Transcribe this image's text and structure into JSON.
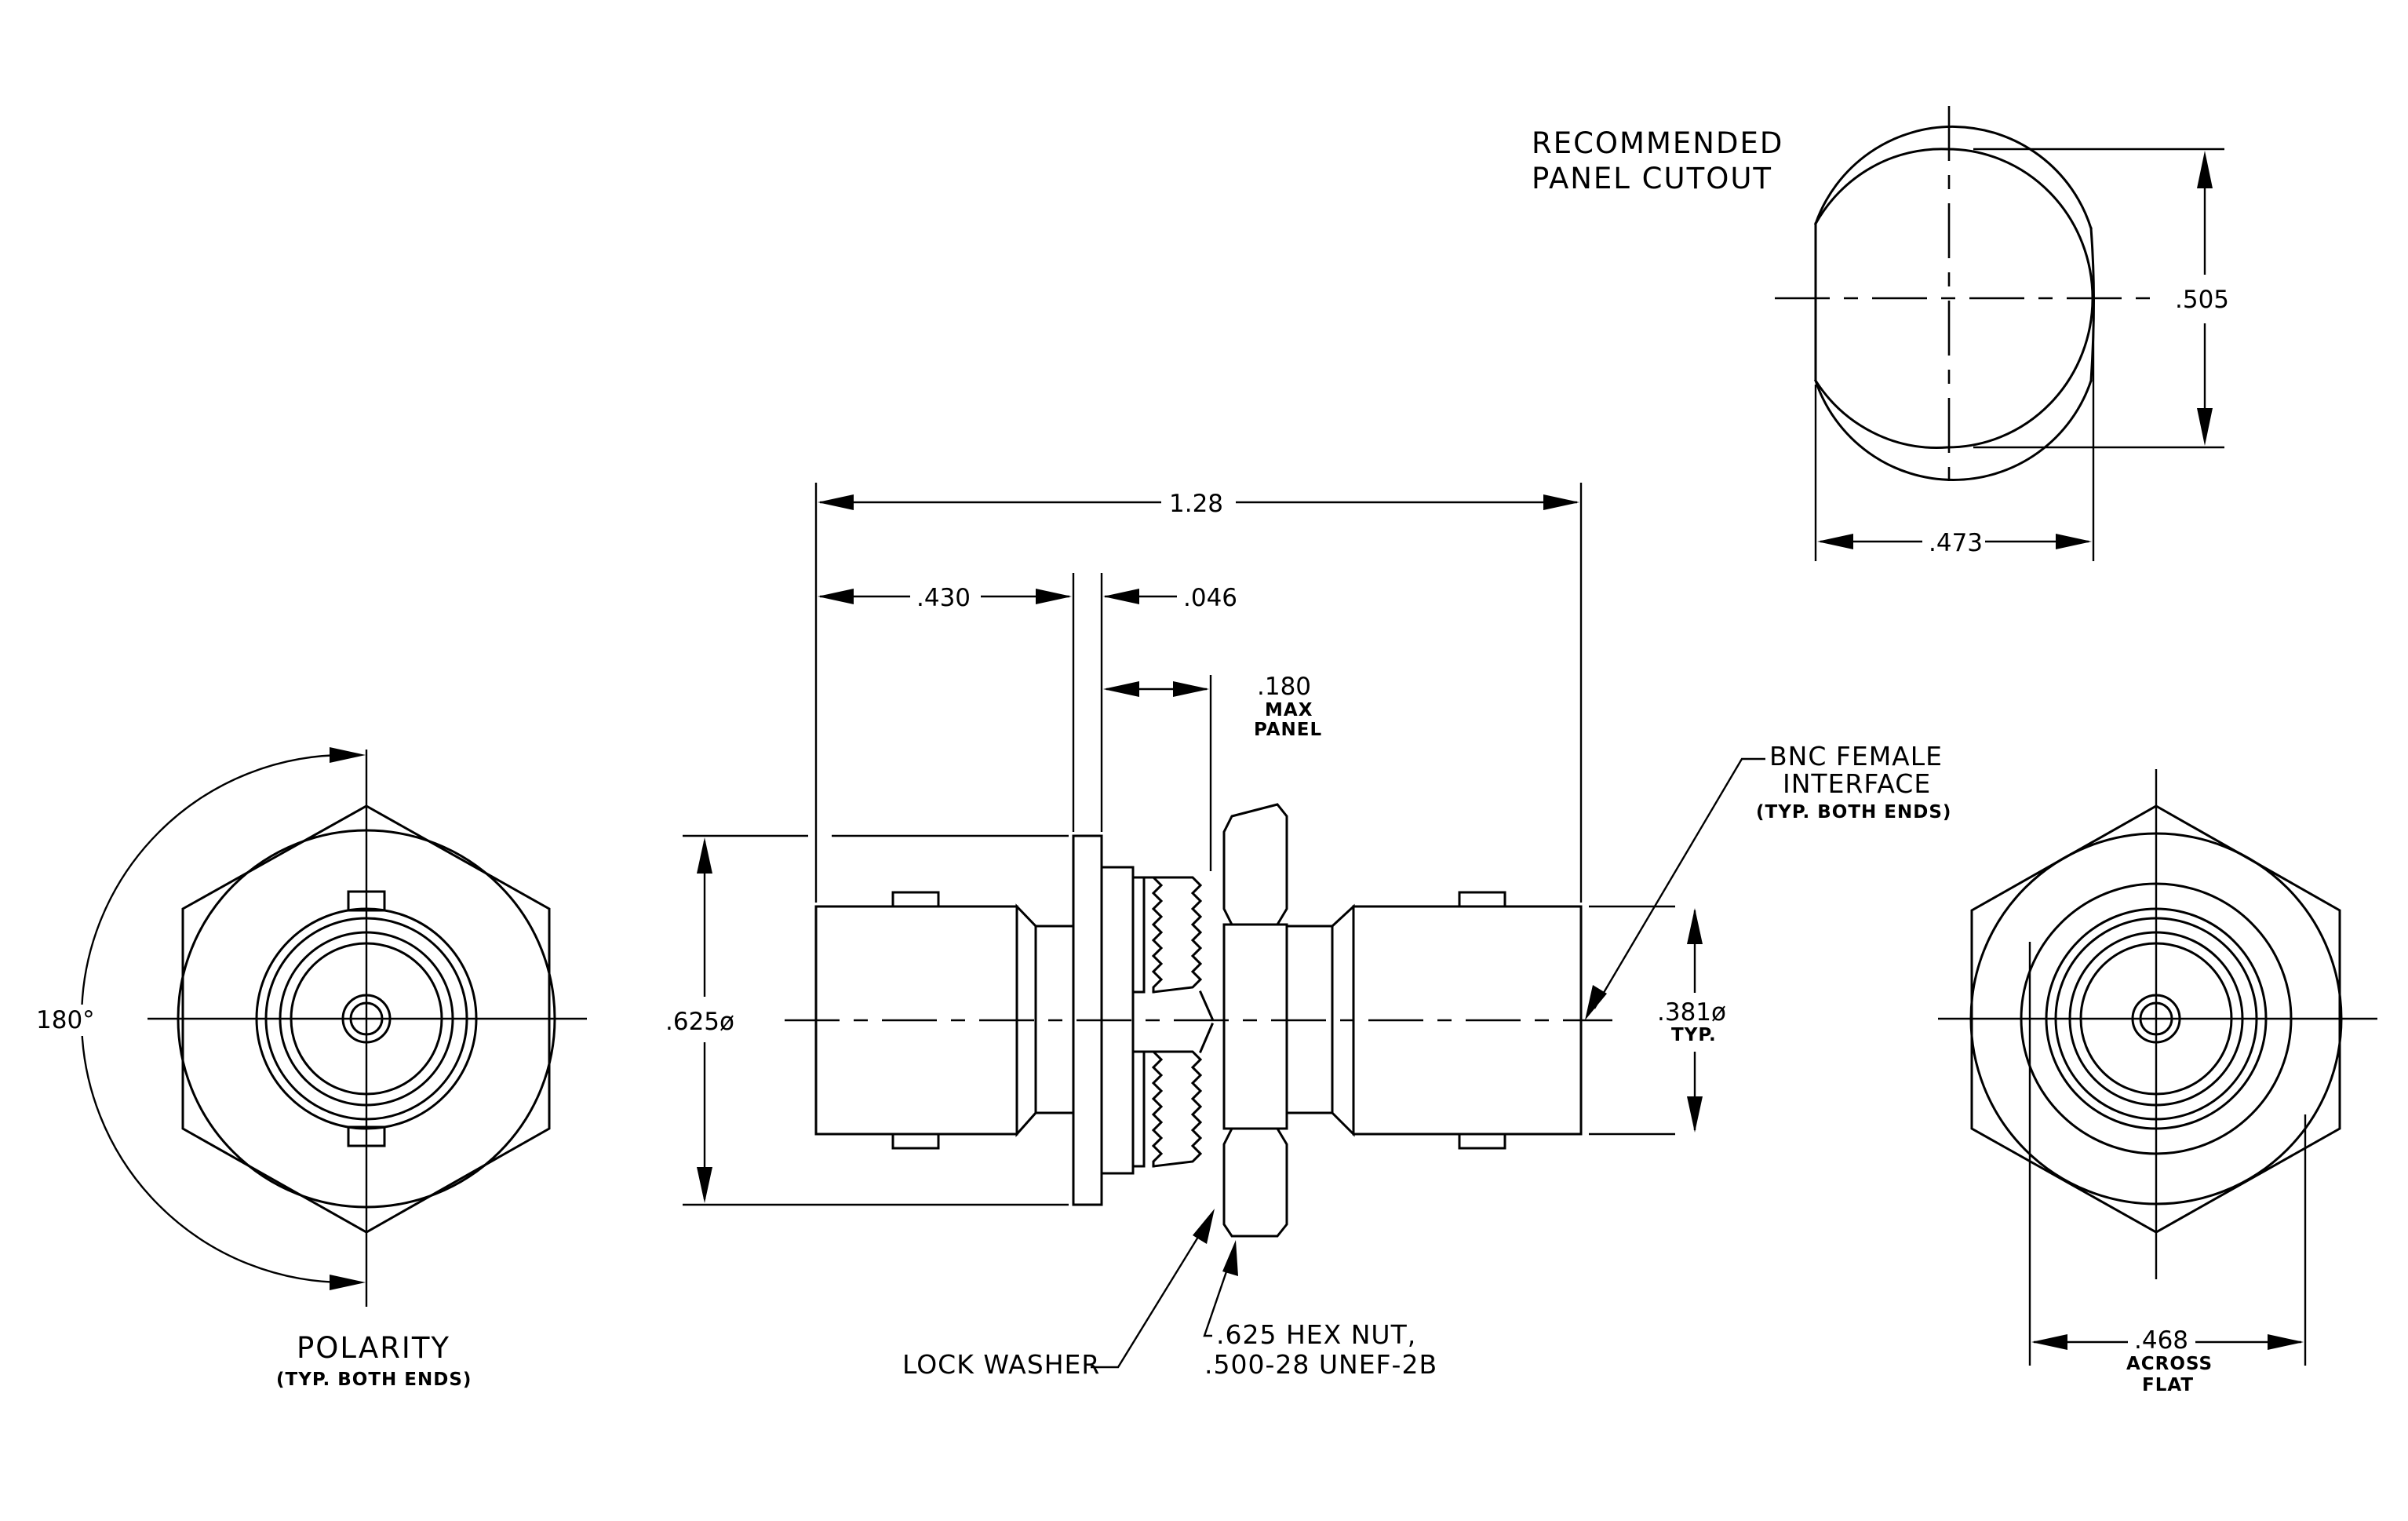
{
  "title": {
    "line1": "RECOMMENDED",
    "line2": "PANEL CUTOUT"
  },
  "dimensions": {
    "cutout_height": ".505",
    "cutout_width": ".473",
    "overall_length": "1.28",
    "body_length": ".430",
    "flange_thickness": ".046",
    "max_panel": ".180",
    "max_panel_note_1": "MAX",
    "max_panel_note_2": "PANEL",
    "flange_diameter": ".625ø",
    "interface_diameter": ".381ø",
    "interface_diameter_note": "TYP.",
    "polarity_angle": "180°",
    "across_flat": ".468",
    "across_flat_note_1": "ACROSS",
    "across_flat_note_2": "FLAT"
  },
  "callouts": {
    "bnc_line1": "BNC FEMALE",
    "bnc_line2": "INTERFACE",
    "bnc_line3": "(TYP. BOTH ENDS)",
    "polarity": "POLARITY",
    "polarity_note": "(TYP. BOTH ENDS)",
    "lock_washer": "LOCK WASHER",
    "hex_nut_line1": ".625 HEX NUT,",
    "hex_nut_line2": ".500-28 UNEF-2B"
  }
}
